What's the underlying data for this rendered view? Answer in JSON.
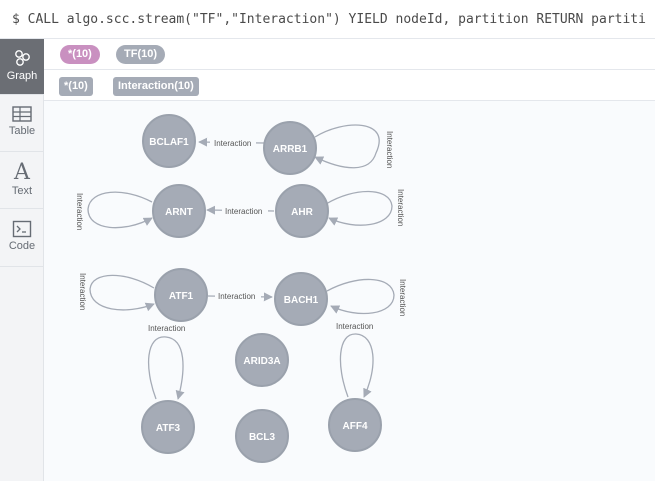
{
  "command": {
    "text": "$ CALL algo.scc.stream(\"TF\",\"Interaction\")  YIELD nodeId, partition RETURN partiti"
  },
  "sidebar": {
    "tabs": [
      {
        "id": "graph",
        "label": "Graph",
        "icon": "graph-icon",
        "active": true
      },
      {
        "id": "table",
        "label": "Table",
        "icon": "table-icon",
        "active": false
      },
      {
        "id": "text",
        "label": "Text",
        "icon": "text-icon",
        "glyph": "A",
        "active": false
      },
      {
        "id": "code",
        "label": "Code",
        "icon": "code-icon",
        "active": false
      }
    ]
  },
  "labels_row": {
    "all_nodes": "*(10)",
    "tf": "TF(10)"
  },
  "rels_row": {
    "all_rels": "*(10)",
    "interaction": "Interaction(10)"
  },
  "colors": {
    "all_nodes_pill": "#c990c0",
    "tf_pill": "#a5abb6",
    "node_fill": "#a5abb6",
    "active_tab": "#6b6e74"
  },
  "graph": {
    "nodes": {
      "bclaf1": "BCLAF1",
      "arrb1": "ARRB1",
      "arnt": "ARNT",
      "ahr": "AHR",
      "atf1": "ATF1",
      "bach1": "BACH1",
      "arid3a": "ARID3A",
      "atf3": "ATF3",
      "bcl3": "BCL3",
      "aff4": "AFF4"
    },
    "relationship_label": "Interaction"
  }
}
